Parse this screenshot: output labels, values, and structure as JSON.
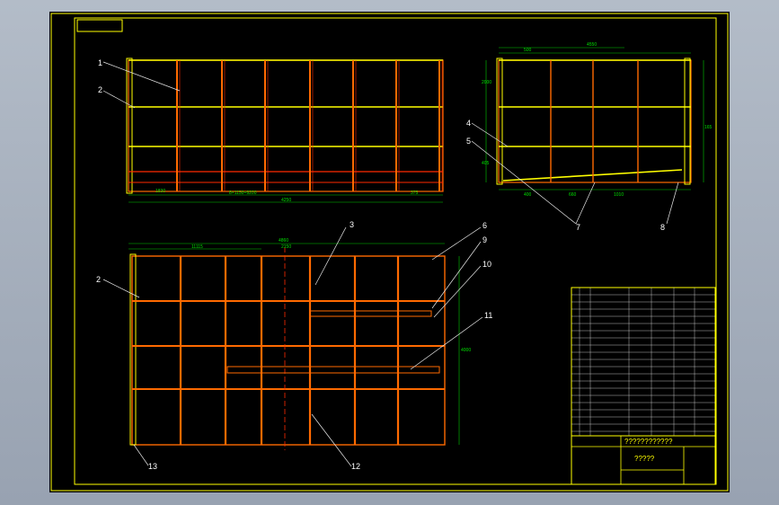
{
  "front_view": {
    "callouts": [
      "1",
      "2"
    ],
    "dims": [
      "1830",
      "8×1150=9200",
      "4250",
      "375"
    ]
  },
  "side_view": {
    "callouts": [
      "4",
      "5",
      "7",
      "8"
    ],
    "dims": [
      "4550",
      "500",
      "2000",
      "405",
      "165",
      "400",
      "660",
      "1010"
    ]
  },
  "plan_view": {
    "callouts": [
      "3",
      "6",
      "9",
      "10",
      "2",
      "11",
      "13",
      "12"
    ],
    "dims": [
      "4860",
      "2150",
      "4000",
      "11115"
    ]
  },
  "title_block": {
    "title": "????????????",
    "drawing_name": "?????"
  },
  "colors": {
    "frame": "#ffff00",
    "member": "#ff6a00",
    "dimension": "#00c800",
    "leader": "#ffffff"
  }
}
